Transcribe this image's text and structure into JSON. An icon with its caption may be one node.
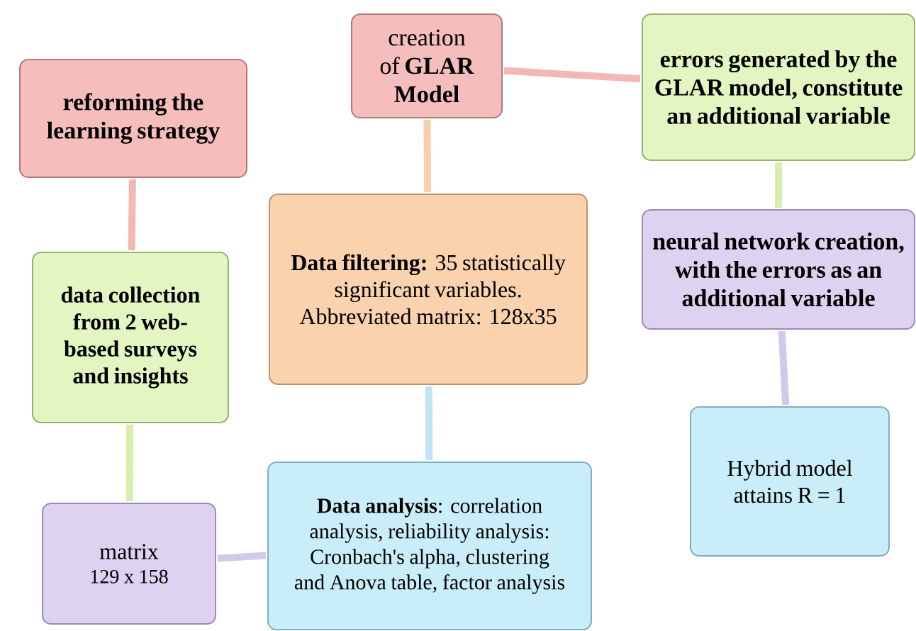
{
  "diagram": {
    "nodes": [
      {
        "text": [
          "reforming the learning strategy"
        ]
      },
      {
        "text": [
          "**data collection from** 2 web-based surveys and insights"
        ]
      },
      {
        "text": [
          "matrix",
          "129 x 158"
        ]
      },
      {
        "text": [
          "**Data analysis**: correlation analysis, reliability analysis: Cronbach's alpha, clustering and Anova table, factor analysis"
        ]
      },
      {
        "text": [
          "**Data filtering:** 35 statistically significant variables. Abbreviated matrix: 128x35"
        ]
      },
      {
        "text": [
          "creation of **GLAR Model**"
        ]
      },
      {
        "text": [
          "errors generated by the GLAR model, constitute an additional variable"
        ]
      },
      {
        "text": [
          "neural network creation, with the errors as an additional variable"
        ]
      },
      {
        "text": [
          "Hybrid model attains R = 1"
        ]
      }
    ],
    "edges": [
      {
        "from": 0,
        "to": 1,
        "arrow": "none",
        "color": "#f2b8b8"
      },
      {
        "from": 1,
        "to": 2,
        "arrow": "none",
        "color": "#d8eeb0"
      },
      {
        "from": 2,
        "to": 3,
        "arrow": "none",
        "color": "#d4c8ea"
      },
      {
        "from": 3,
        "to": 4,
        "arrow": "none",
        "color": "#bde6f4"
      },
      {
        "from": 4,
        "to": 5,
        "arrow": "none",
        "color": "#f8cfa8"
      },
      {
        "from": 5,
        "to": 6,
        "arrow": "none",
        "color": "#f2b8b8"
      },
      {
        "from": 6,
        "to": 7,
        "arrow": "none",
        "color": "#d8eeb0"
      },
      {
        "from": 7,
        "to": 8,
        "arrow": "none",
        "color": "#d4c8ea"
      }
    ]
  }
}
